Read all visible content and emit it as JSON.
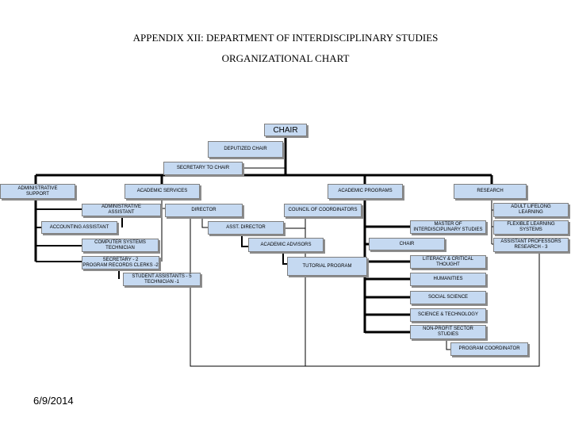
{
  "title_line1": "APPENDIX XII: DEPARTMENT OF INTERDISCIPLINARY STUDIES",
  "title_line2": "ORGANIZATIONAL CHART",
  "date": "6/9/2014",
  "boxes": {
    "chair": "CHAIR",
    "deputized_chair": "DEPUTIZED CHAIR",
    "secretary_to_chair": "SECRETARY TO CHAIR",
    "administrative_support": "ADMINISTRATIVE\nSUPPORT",
    "academic_services": "ACADEMIC SERVICES",
    "academic_programs": "ACADEMIC PROGRAMS",
    "research": "RESEARCH",
    "administrative_assistant": "ADMINISTRATIVE\nASSISTANT",
    "accounting_assistant": "ACCOUNTING ASSISTANT",
    "computer_systems_technician": "COMPUTER SYSTEMS\nTECHNICIAN",
    "secretary_records_clerks": "SECRETARY -  2\nPROGRAM RECORDS CLERKS -2",
    "student_assistants": "STUDENT ASSISTANTS - 5\nTECHNICIAN -1",
    "director": "DIRECTOR",
    "asst_director": "ASST. DIRECTOR",
    "academic_advisors": "ACADEMIC ADVISORS",
    "tutorial_program": "TUTORIAL PROGRAM",
    "council_of_coordinators": "COUNCIL OF COORDINATORS",
    "master_of_interdisciplinary_studies": "MASTER OF\nINTERDISCIPLINARY STUDIES",
    "program_chair": "CHAIR",
    "literacy_critical_thought": "LITERACY & CRITICAL\nTHOUGHT",
    "humanities": "HUMANITIES",
    "social_science": "SOCIAL SCIENCE",
    "science_technology": "SCIENCE & TECHNOLOGY",
    "non_profit_sector_studies": "NON-PROFIT SECTOR\nSTUDIES",
    "program_coordinator": "PROGRAM COORDINATOR",
    "adult_lifelong_learning": "ADULT LIFELONG\nLEARNING",
    "flexible_learning_systems": "FLEXIBLE LEARNING\nSYSTEMS",
    "assistant_professors_research": "ASSISTANT PROFESSORS\nRESEARCH - 3"
  }
}
